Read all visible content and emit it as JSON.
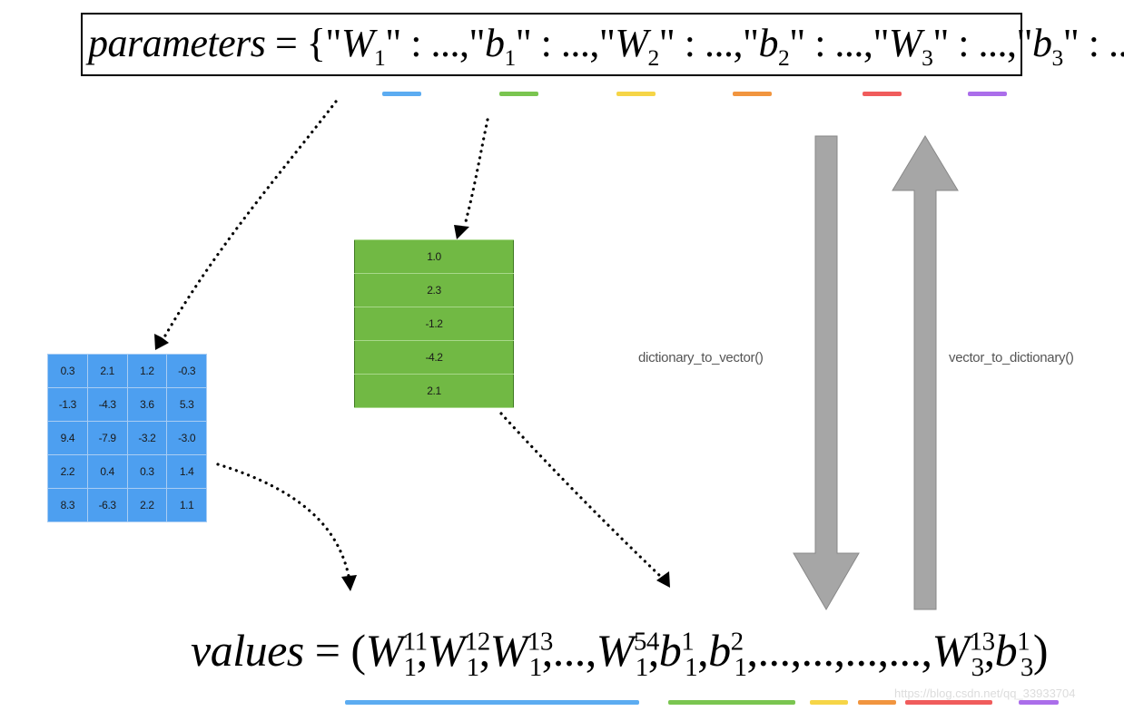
{
  "parameters": {
    "name": "parameters",
    "equals": " = {",
    "q": "\"",
    "sep": " : ...,",
    "end": " : ...}",
    "keys": [
      {
        "letter": "W",
        "sub": "1"
      },
      {
        "letter": "b",
        "sub": "1"
      },
      {
        "letter": "W",
        "sub": "2"
      },
      {
        "letter": "b",
        "sub": "2"
      },
      {
        "letter": "W",
        "sub": "3"
      },
      {
        "letter": "b",
        "sub": "3"
      }
    ]
  },
  "w1_matrix": [
    [
      "0.3",
      "2.1",
      "1.2",
      "-0.3"
    ],
    [
      "-1.3",
      "-4.3",
      "3.6",
      "5.3"
    ],
    [
      "9.4",
      "-7.9",
      "-3.2",
      "-3.0"
    ],
    [
      "2.2",
      "0.4",
      "0.3",
      "1.4"
    ],
    [
      "8.3",
      "-6.3",
      "2.2",
      "1.1"
    ]
  ],
  "b1_vector": [
    "1.0",
    "2.3",
    "-1.2",
    "-4.2",
    "2.1"
  ],
  "arrows": {
    "to_vector_label": "dictionary_to_vector()",
    "to_dictionary_label": "vector_to_dictionary()"
  },
  "values": {
    "name": "values",
    "equals": " = (",
    "comma": ",",
    "ellipsis": "...,",
    "long_ellipsis": "...,...,...,...,",
    "close": ")",
    "terms": {
      "w1_11": {
        "letter": "W",
        "sub": "1",
        "sup": "11"
      },
      "w1_12": {
        "letter": "W",
        "sub": "1",
        "sup": "12"
      },
      "w1_13": {
        "letter": "W",
        "sub": "1",
        "sup": "13"
      },
      "w1_54": {
        "letter": "W",
        "sub": "1",
        "sup": "54"
      },
      "b1_1": {
        "letter": "b",
        "sub": "1",
        "sup": "1"
      },
      "b1_2": {
        "letter": "b",
        "sub": "1",
        "sup": "2"
      },
      "w3_13": {
        "letter": "W",
        "sub": "3",
        "sup": "13"
      },
      "b3_1": {
        "letter": "b",
        "sub": "3",
        "sup": "1"
      }
    }
  },
  "colors": {
    "w1": "#4aa3f0",
    "b1": "#6cbf3d",
    "w2": "#f5d033",
    "b2": "#f08a2a",
    "w3": "#ee4a4a",
    "b3": "#a25ee8",
    "arrow": "#a6a6a6"
  },
  "watermark": "https://blog.csdn.net/qq_33933704"
}
